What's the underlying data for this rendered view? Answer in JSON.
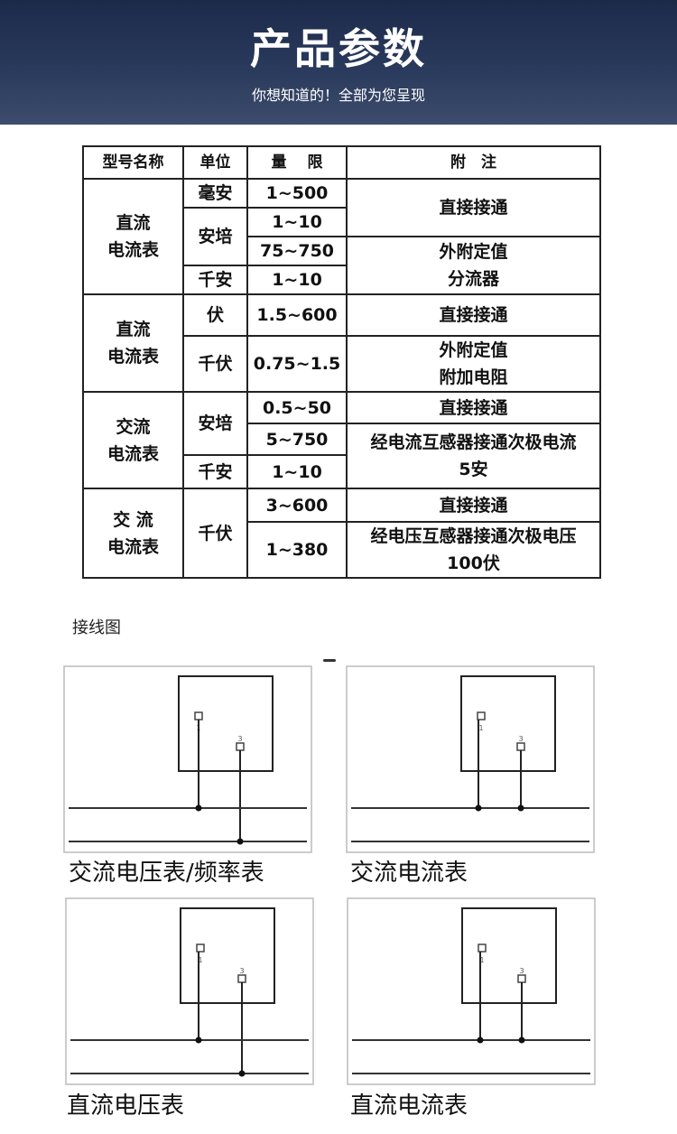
{
  "header": {
    "title": "产品参数",
    "subtitle": "你想知道的！全部为您呈现"
  },
  "table": {
    "headers": [
      "型号名称",
      "单位",
      "量　 限",
      "附　注"
    ],
    "groups": [
      {
        "name": "直流\n电流表",
        "rows": [
          {
            "unit": "毫安",
            "range": "1~500",
            "note": "直接接通"
          },
          {
            "unit": "安培",
            "range": "1~10"
          },
          {
            "range": "75~750",
            "note": "外附定值\n分流器"
          },
          {
            "unit": "千安",
            "range": "1~10"
          }
        ]
      },
      {
        "name": "直流\n电流表",
        "rows": [
          {
            "unit": "伏",
            "range": "1.5~600",
            "note": "直接接通"
          },
          {
            "unit": "千伏",
            "range": "0.75~1.5",
            "note": "外附定值\n附加电阻"
          }
        ]
      },
      {
        "name": "交流\n电流表",
        "rows": [
          {
            "unit": "安培",
            "range": "0.5~50",
            "note": "直接接通"
          },
          {
            "range": "5~750",
            "note": "经电流互感器接通次极电流\n5安"
          },
          {
            "unit": "千安",
            "range": "1~10"
          }
        ]
      },
      {
        "name": "交 流\n电流表",
        "rows": [
          {
            "unit": "千伏",
            "range": "3~600",
            "note": "直接接通"
          },
          {
            "range": "1~380",
            "note": "经电压互感器接通次极电压\n100伏"
          }
        ]
      }
    ]
  },
  "wiring": {
    "label": "接线图",
    "terminal_1": "1",
    "terminal_3": "3",
    "panels": [
      {
        "caption": "交流电压表/频率表"
      },
      {
        "caption": "交流电流表"
      },
      {
        "caption": "直流电压表"
      },
      {
        "caption": "直流电流表"
      }
    ]
  }
}
